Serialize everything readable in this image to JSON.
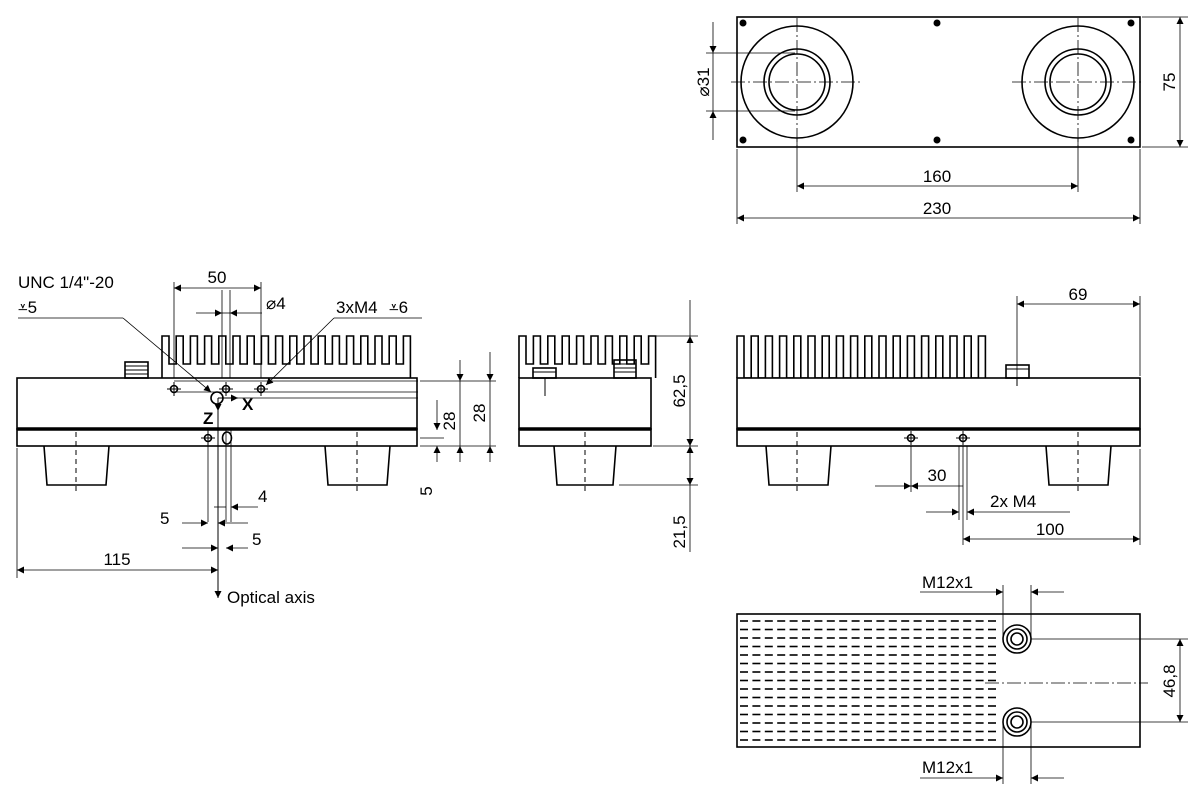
{
  "labels": {
    "d31": "⌀31",
    "h75": "75",
    "w160": "160",
    "w230": "230",
    "unc": "UNC 1/4\"-20",
    "unc_depth": "⩡5",
    "w50": "50",
    "d4": "⌀4",
    "m4_3x": "3xM4",
    "m4_depth": "⩡6",
    "x_axis": "X",
    "z_axis": "Z",
    "h28a": "28",
    "h28b": "28",
    "h5": "5",
    "s4": "4",
    "s5a": "5",
    "s5b": "5",
    "w115": "115",
    "optical_axis": "Optical axis",
    "h62_5": "62,5",
    "h21_5": "21,5",
    "w69": "69",
    "w30": "30",
    "m4_2x": "2x M4",
    "w100": "100",
    "m12_top": "M12x1",
    "m12_bottom": "M12x1",
    "h46_8": "46,8"
  }
}
